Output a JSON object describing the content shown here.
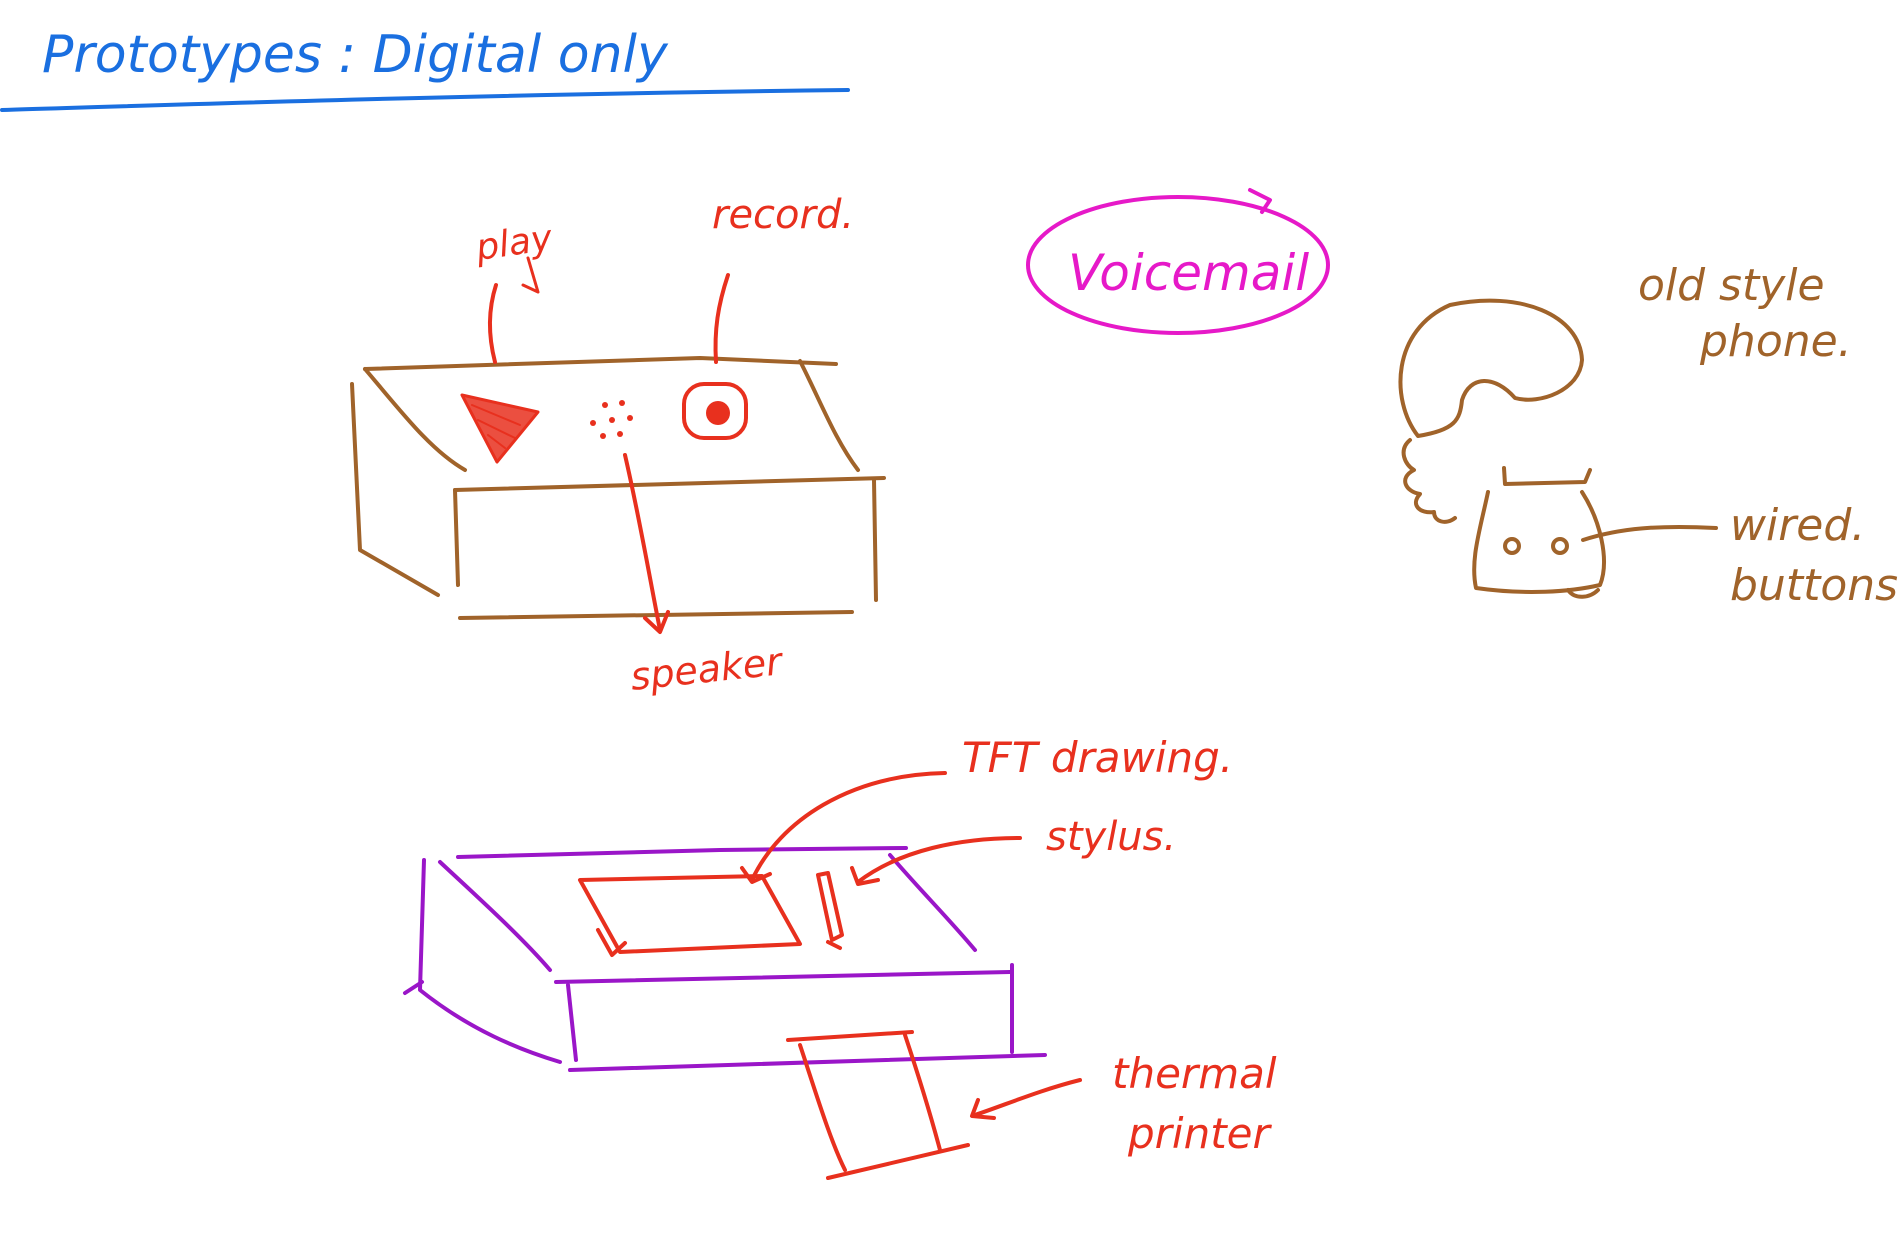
{
  "title": "Prototypes : Digital only",
  "colors": {
    "title": "#1a6fe0",
    "annotation": "#e8301e",
    "box_outline": "#a0632a",
    "printer_outline": "#9a16c8",
    "highlight": "#e619c8"
  },
  "voicemail_device": {
    "label_play": "play",
    "label_record": "record.",
    "label_speaker": "speaker",
    "circled_label": "Voicemail"
  },
  "phone": {
    "label_style": "old style phone.",
    "label_wired": "wired.",
    "label_buttons": "buttons."
  },
  "drawing_device": {
    "label_tft": "TFT drawing.",
    "label_stylus": "stylus.",
    "label_printer_line1": "thermal",
    "label_printer_line2": "printer"
  }
}
